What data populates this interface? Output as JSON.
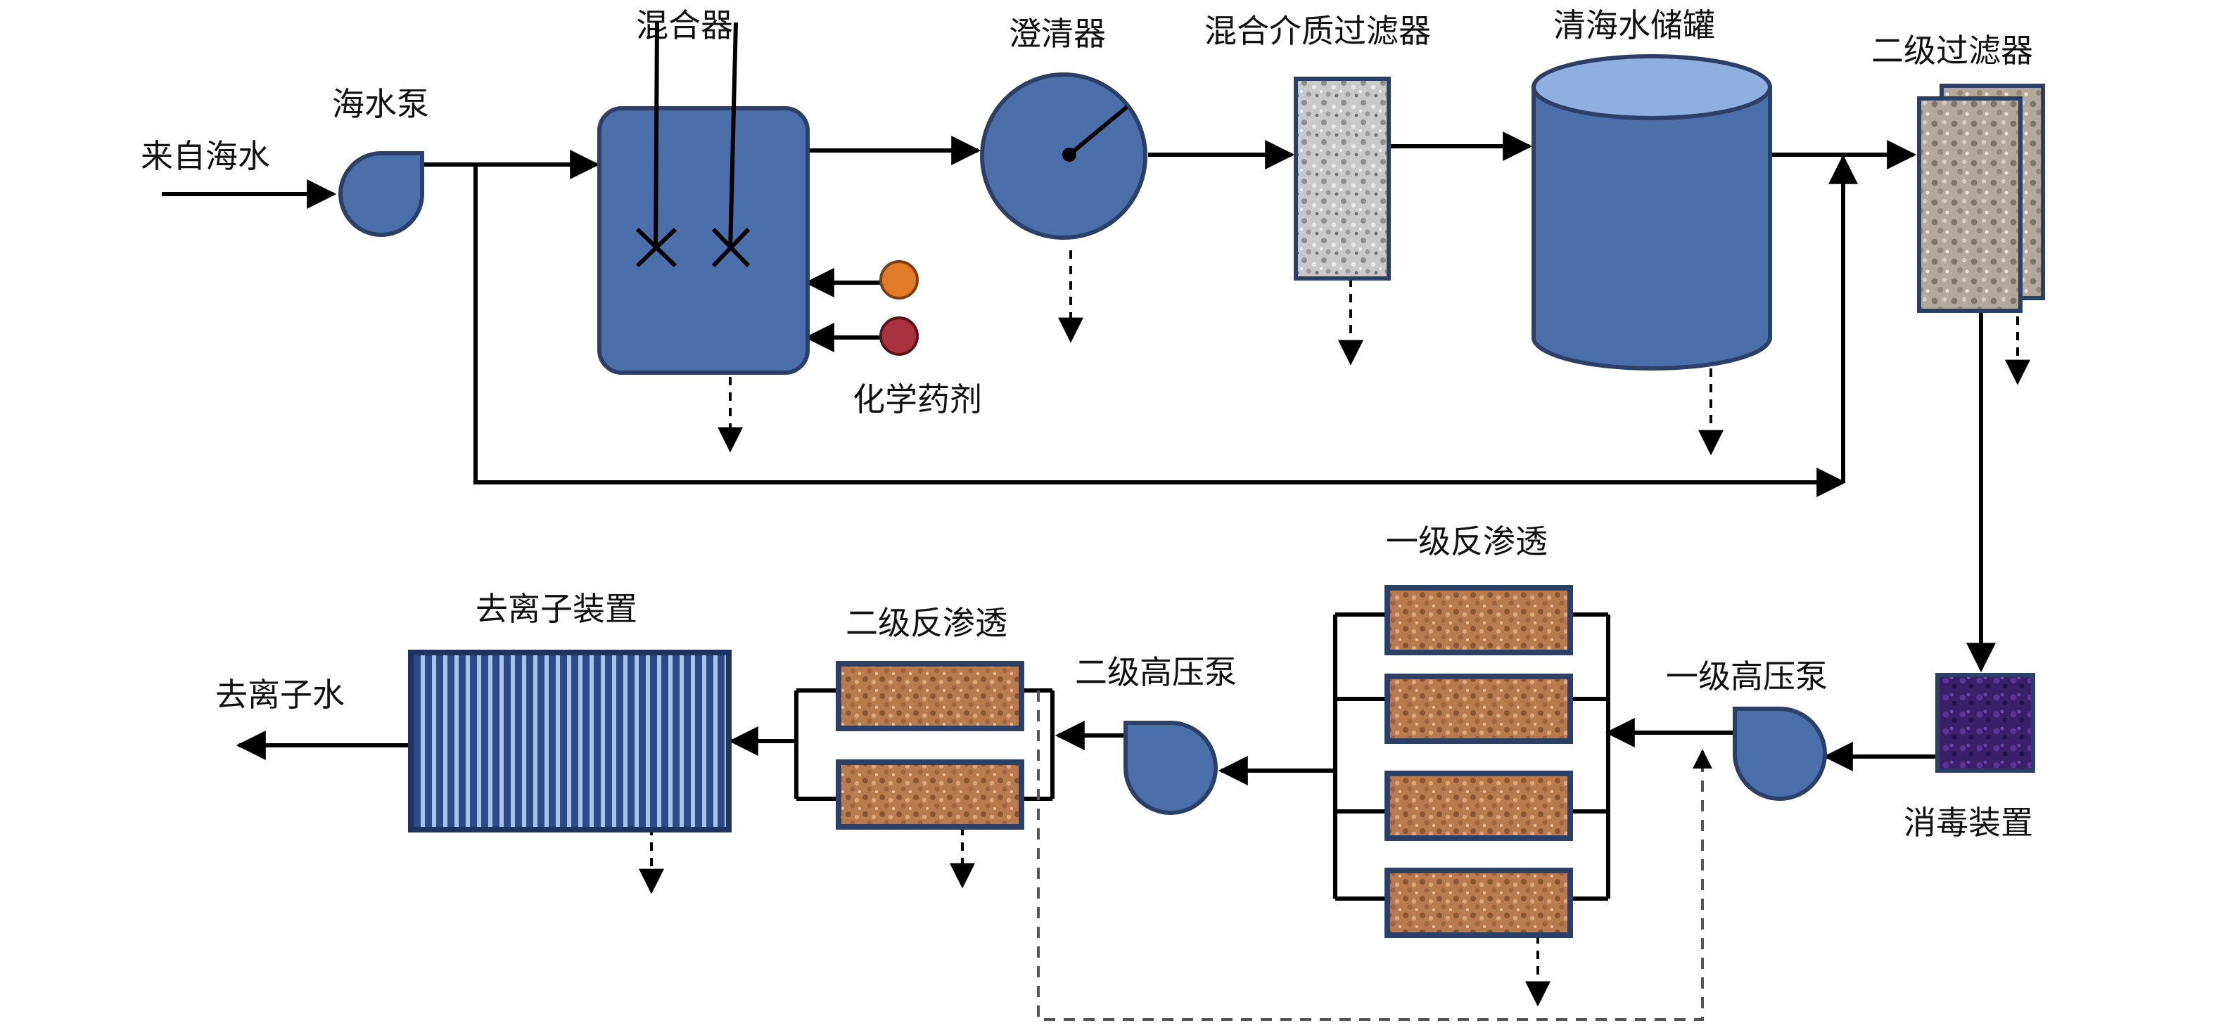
{
  "title": "",
  "labels": {
    "seawater_in": "来自海水",
    "seawater_pump": "海水泵",
    "mixer": "混合器",
    "clarifier": "澄清器",
    "media_filter": "混合介质过滤器",
    "clean_tank": "清海水储罐",
    "secondary_filter": "二级过滤器",
    "chemicals": "化学药剂",
    "disinfection": "消毒装置",
    "hp_pump_1": "一级高压泵",
    "ro_1": "一级反渗透",
    "hp_pump_2": "二级高压泵",
    "ro_2": "二级反渗透",
    "deionizer": "去离子装置",
    "deionized_water": "去离子水"
  },
  "colors": {
    "equipment_blue": "#4a6fab",
    "equipment_border": "#2c3f66",
    "chemical_orange": "#e07b2a",
    "chemical_red": "#a8323e",
    "ro_membrane": "#b97a4e",
    "disinfection_purple": "#3b1f6b"
  }
}
